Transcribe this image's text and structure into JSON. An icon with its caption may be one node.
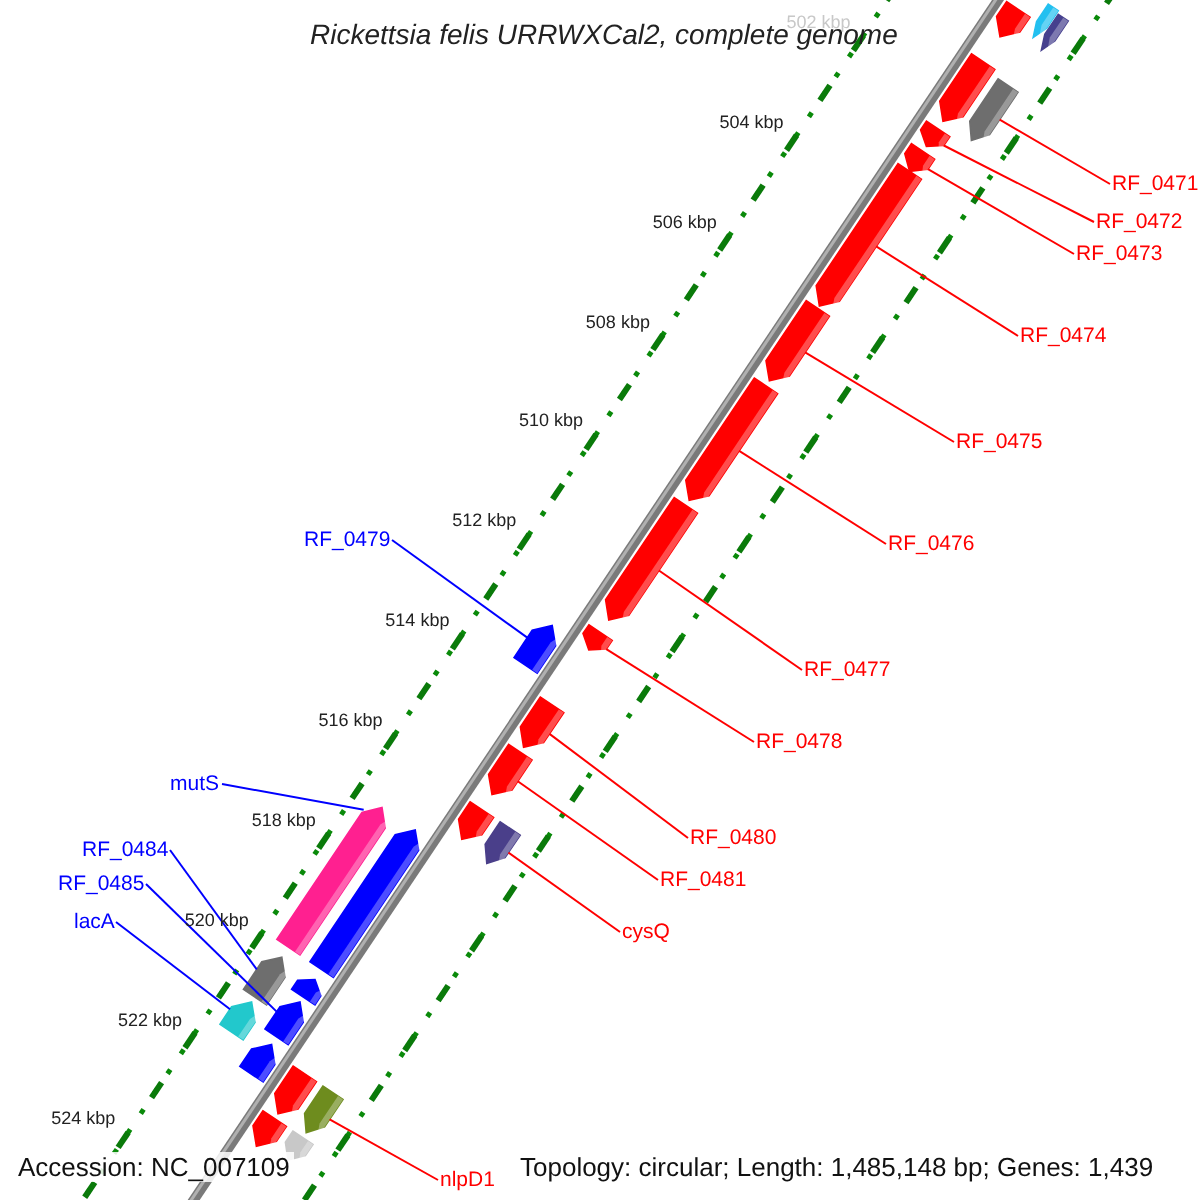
{
  "diagram": {
    "title": "Rickettsia felis URRWXCal2, complete genome",
    "nodes": [
      {
        "text": [
          "RF_0471"
        ]
      },
      {
        "text": [
          "RF_0472"
        ]
      },
      {
        "text": [
          "RF_0473"
        ]
      },
      {
        "text": [
          "RF_0474"
        ]
      },
      {
        "text": [
          "RF_0475"
        ]
      },
      {
        "text": [
          "RF_0476"
        ]
      },
      {
        "text": [
          "RF_0479"
        ]
      },
      {
        "text": [
          "RF_0477"
        ]
      },
      {
        "text": [
          "RF_0478"
        ]
      },
      {
        "text": [
          "mutS"
        ]
      },
      {
        "text": [
          "RF_0480"
        ]
      },
      {
        "text": [
          "RF_0484"
        ]
      },
      {
        "text": [
          "RF_0481"
        ]
      },
      {
        "text": [
          "RF_0485"
        ]
      },
      {
        "text": [
          "cysQ"
        ]
      },
      {
        "text": [
          "lacA"
        ]
      },
      {
        "text": [
          "nlpD1"
        ]
      },
      {
        "text": [],
        "shape": "bar"
      },
      {
        "text": [],
        "shape": "bar"
      },
      {
        "text": [],
        "shape": "bar"
      },
      {
        "text": [],
        "shape": "bar"
      },
      {
        "text": [],
        "shape": "bar"
      },
      {
        "text": [],
        "shape": "bar"
      },
      {
        "text": [],
        "shape": "bar"
      },
      {
        "text": [],
        "shape": "bar"
      },
      {
        "text": [],
        "shape": "bar"
      },
      {
        "text": [],
        "shape": "bar"
      },
      {
        "text": [],
        "shape": "bar"
      },
      {
        "text": [],
        "shape": "bar"
      },
      {
        "text": [],
        "shape": "bar"
      },
      {
        "text": [],
        "shape": "bar"
      },
      {
        "text": [],
        "shape": "bar"
      },
      {
        "text": [],
        "shape": "bar"
      },
      {
        "text": [],
        "shape": "bar"
      },
      {
        "text": [],
        "shape": "bar"
      },
      {
        "text": [],
        "shape": "bar"
      },
      {
        "text": [],
        "shape": "bar"
      },
      {
        "text": [],
        "shape": "bar"
      },
      {
        "text": [],
        "shape": "bar"
      },
      {
        "text": [],
        "shape": "bar"
      },
      {
        "text": [],
        "shape": "bar"
      },
      {
        "text": [],
        "shape": "bar"
      },
      {
        "text": [],
        "shape": "bar"
      },
      {
        "text": [],
        "shape": "bar"
      },
      {
        "text": [],
        "shape": "bar"
      }
    ],
    "edges": [
      {
        "from": 0,
        "to": 21,
        "arrow": "none"
      },
      {
        "from": 1,
        "to": 22,
        "arrow": "none"
      },
      {
        "from": 2,
        "to": 23,
        "arrow": "none"
      },
      {
        "from": 3,
        "to": 24,
        "arrow": "none"
      },
      {
        "from": 4,
        "to": 25,
        "arrow": "none"
      },
      {
        "from": 5,
        "to": 26,
        "arrow": "none"
      },
      {
        "from": 6,
        "to": 29,
        "arrow": "none",
        "color": "#0000ff"
      },
      {
        "from": 7,
        "to": 27,
        "arrow": "none"
      },
      {
        "from": 8,
        "to": 28,
        "arrow": "none"
      },
      {
        "from": 9,
        "to": 34,
        "arrow": "none",
        "color": "#0000ff"
      },
      {
        "from": 10,
        "to": 30,
        "arrow": "none"
      },
      {
        "from": 11,
        "to": 37,
        "arrow": "none",
        "color": "#0000ff"
      },
      {
        "from": 12,
        "to": 31,
        "arrow": "none"
      },
      {
        "from": 13,
        "to": 38,
        "arrow": "none",
        "color": "#0000ff"
      },
      {
        "from": 14,
        "to": 33,
        "arrow": "none"
      },
      {
        "from": 15,
        "to": 39,
        "arrow": "none",
        "color": "#0000ff"
      },
      {
        "from": 16,
        "to": 42,
        "arrow": "none"
      }
    ],
    "labels": [
      "502 kbp",
      "504 kbp",
      "506 kbp",
      "508 kbp",
      "510 kbp",
      "512 kbp",
      "514 kbp",
      "516 kbp",
      "518 kbp",
      "520 kbp",
      "522 kbp",
      "524 kbp",
      "Accession: NC_007109",
      "Topology: circular; Length: 1,485,148 bp; Genes: 1,439"
    ]
  }
}
